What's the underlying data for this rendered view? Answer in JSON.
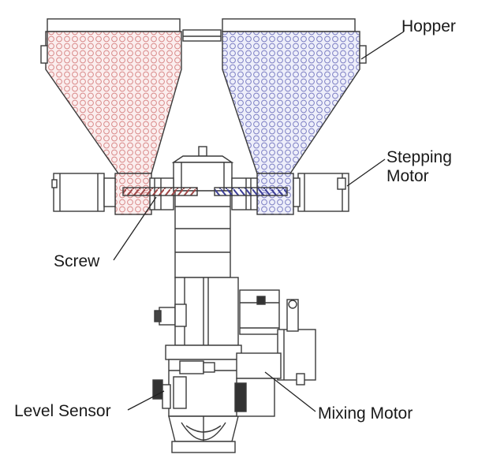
{
  "labels": {
    "hopper": "Hopper",
    "stepping_motor": [
      "Stepping",
      "Motor"
    ],
    "screw": "Screw",
    "level_sensor": "Level Sensor",
    "mixing_motor": "Mixing Motor"
  },
  "colors": {
    "line": "#3a3a3a",
    "left_material": "#d98a8a",
    "right_material": "#7d7fc4",
    "background": "#ffffff"
  }
}
